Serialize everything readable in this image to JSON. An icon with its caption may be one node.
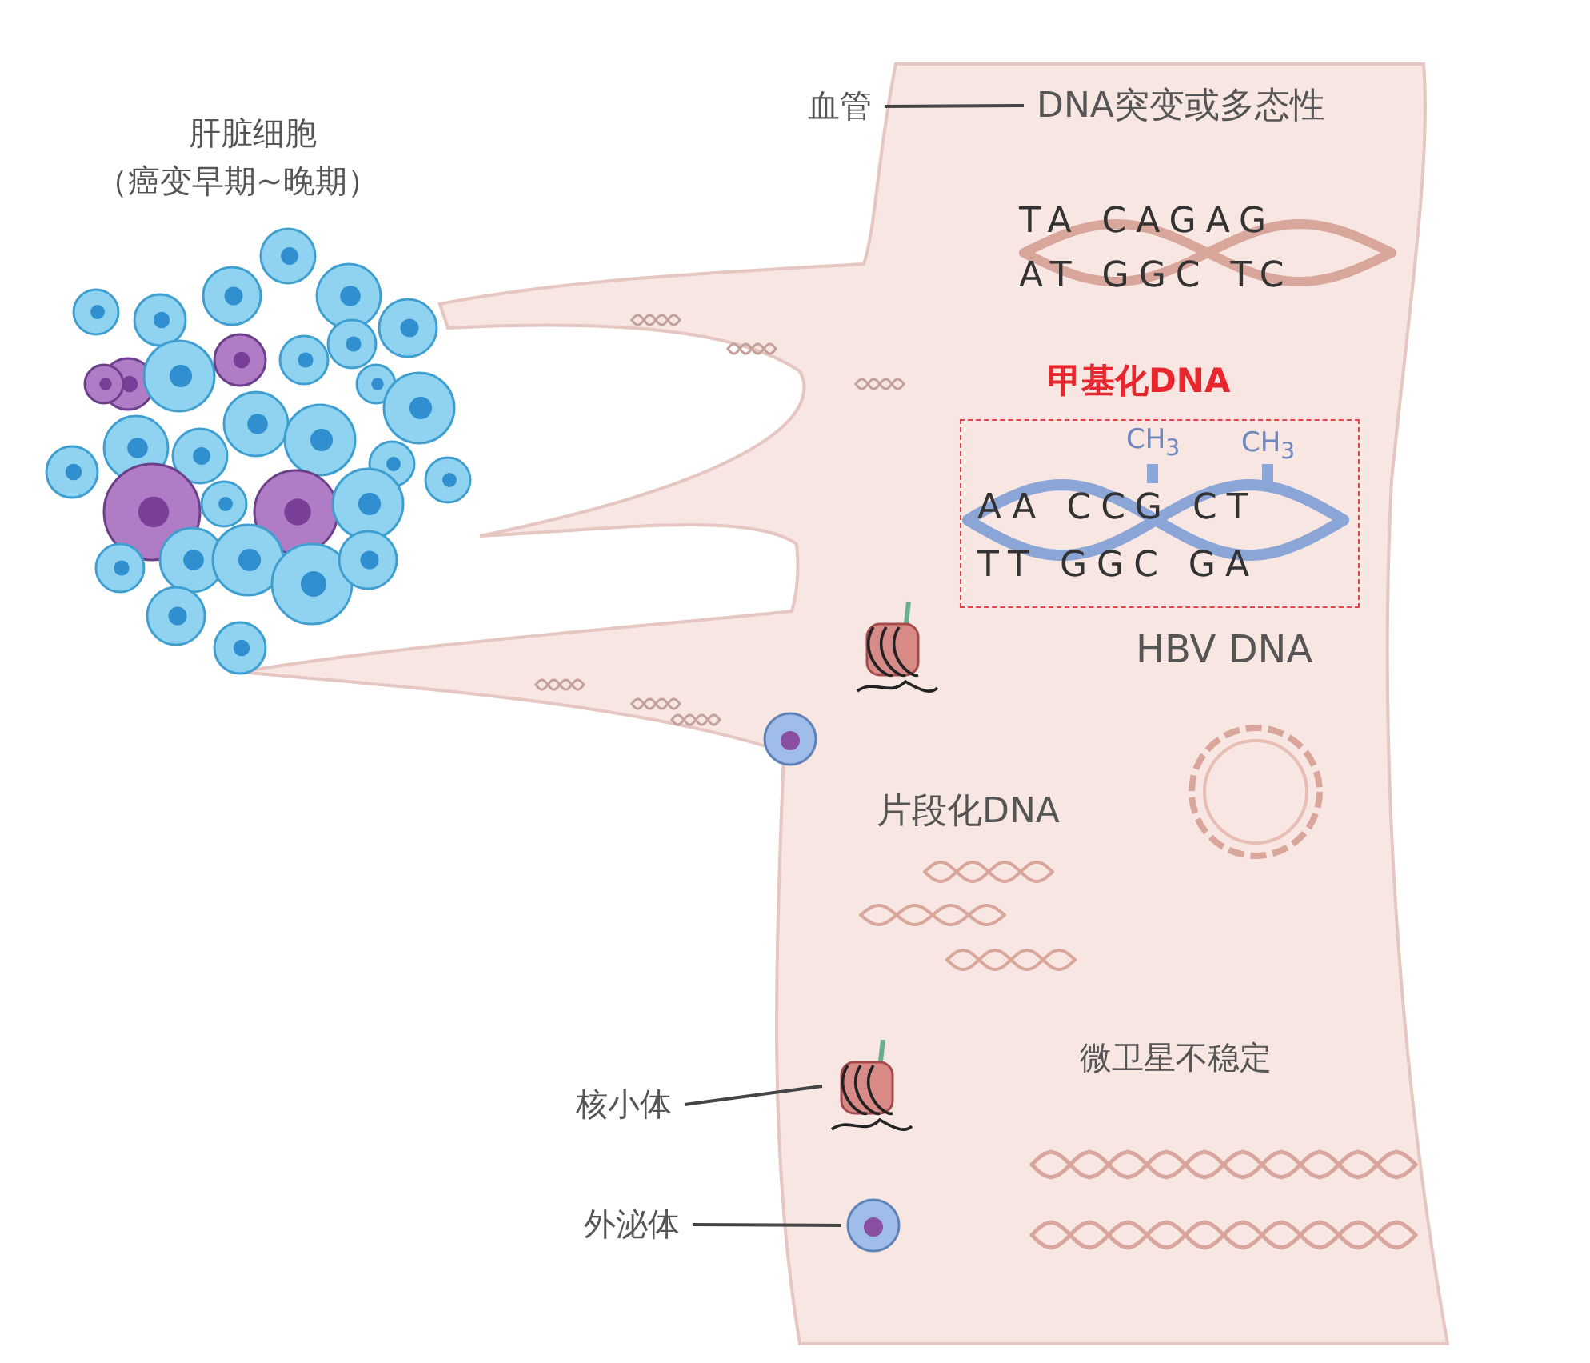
{
  "diagram": {
    "nodes": [
      {
        "text": [
          "血管"
        ]
      },
      {
        "text": [
          "DNA突变或多态性"
        ]
      },
      {
        "text": [
          "CH$_{3}$",
          "CH$_{3}$",
          "AA CCG CT",
          "TT GGC GA"
        ]
      },
      {
        "text": [
          "核小体"
        ]
      },
      {
        "text": [],
        "shape": "picture"
      },
      {
        "text": [
          "外泌体"
        ]
      },
      {
        "text": [],
        "shape": "picture"
      }
    ],
    "edges": [
      {
        "from": 0,
        "to": 1,
        "arrow": "none"
      },
      {
        "from": 3,
        "to": 4,
        "arrow": "none"
      },
      {
        "from": 5,
        "to": 6,
        "arrow": "none"
      }
    ],
    "labels": [
      "肝脏细胞",
      "（癌变早期~晚期）",
      "TA CAGAG",
      "AT GGC TC",
      "甲基化DNA",
      "HBV DNA",
      "片段化DNA",
      "微卫星不稳定"
    ]
  }
}
